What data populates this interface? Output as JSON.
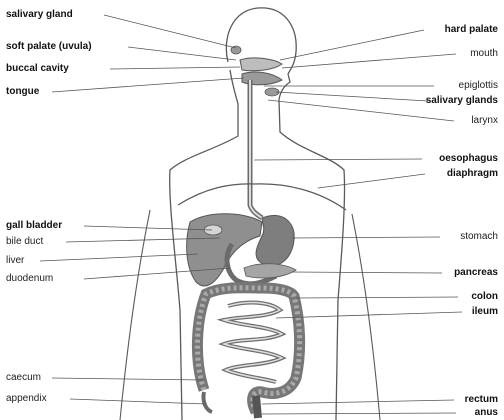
{
  "diagram": {
    "labels_left": [
      {
        "id": "salivary-gland",
        "text": "salivary gland"
      },
      {
        "id": "soft-palate",
        "text": "soft palate (uvula)"
      },
      {
        "id": "buccal-cavity",
        "text": "buccal cavity"
      },
      {
        "id": "tongue",
        "text": "tongue"
      },
      {
        "id": "gall-bladder",
        "text": "gall bladder"
      },
      {
        "id": "bile-duct",
        "text": "bile duct"
      },
      {
        "id": "liver",
        "text": "liver"
      },
      {
        "id": "duodenum",
        "text": "duodenum"
      },
      {
        "id": "caecum",
        "text": "caecum"
      },
      {
        "id": "appendix",
        "text": "appendix"
      }
    ],
    "labels_right": [
      {
        "id": "hard-palate",
        "text": "hard palate"
      },
      {
        "id": "mouth",
        "text": "mouth"
      },
      {
        "id": "epiglottis",
        "text": "epiglottis"
      },
      {
        "id": "salivary-glands",
        "text": "salivary glands"
      },
      {
        "id": "larynx",
        "text": "larynx"
      },
      {
        "id": "oesophagus",
        "text": "oesophagus"
      },
      {
        "id": "diaphragm",
        "text": "diaphragm"
      },
      {
        "id": "stomach",
        "text": "stomach"
      },
      {
        "id": "pancreas",
        "text": "pancreas"
      },
      {
        "id": "colon",
        "text": "colon"
      },
      {
        "id": "ileum",
        "text": "ileum"
      },
      {
        "id": "rectum",
        "text": "rectum"
      },
      {
        "id": "anus",
        "text": "anus"
      }
    ],
    "colors": {
      "outline": "#5a5a5a",
      "organ": "#8f8f8f",
      "organ_dark": "#6b6b6b",
      "leader": "#555555"
    }
  }
}
